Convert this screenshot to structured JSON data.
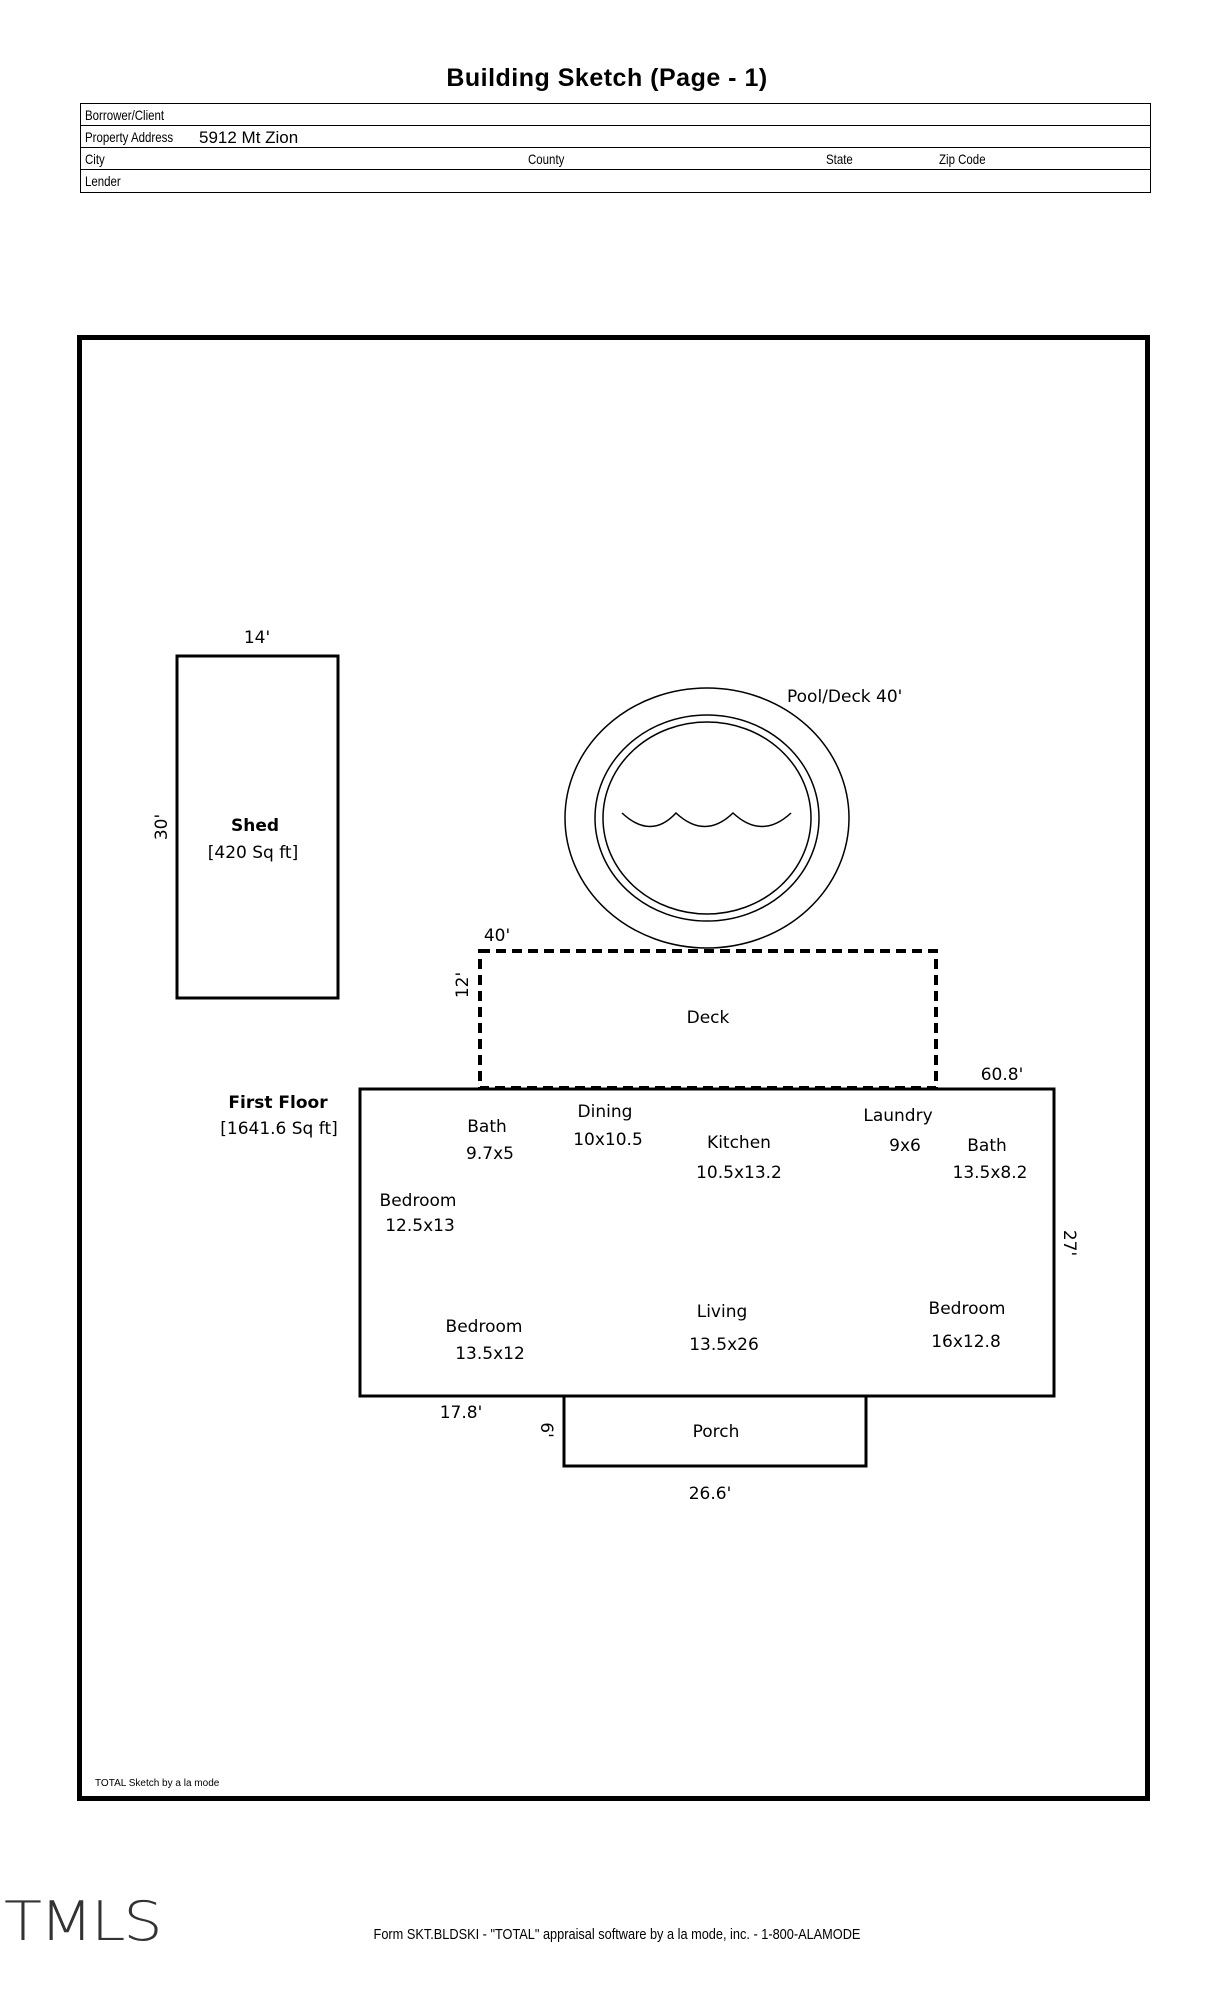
{
  "title": "Building Sketch (Page - 1)",
  "header": {
    "borrower_label": "Borrower/Client",
    "property_address_label": "Property Address",
    "property_address_value": "5912 Mt Zion",
    "city_label": "City",
    "county_label": "County",
    "state_label": "State",
    "zip_label": "Zip Code",
    "lender_label": "Lender"
  },
  "sketch": {
    "shed": {
      "name": "Shed",
      "area": "[420 Sq ft]",
      "width_label": "14'",
      "height_label": "30'"
    },
    "pool": {
      "label": "Pool/Deck 40'"
    },
    "deck": {
      "name": "Deck",
      "width_label": "40'",
      "height_label": "12'"
    },
    "first_floor": {
      "name": "First Floor",
      "area": "[1641.6 Sq ft]",
      "width_label": "60.8'",
      "height_label": "27'",
      "left_segment_label": "17.8'"
    },
    "rooms": [
      {
        "name": "Bath",
        "size": "9.7x5"
      },
      {
        "name": "Dining",
        "size": "10x10.5"
      },
      {
        "name": "Kitchen",
        "size": "10.5x13.2"
      },
      {
        "name": "Laundry",
        "size": "9x6"
      },
      {
        "name": "Bath",
        "size": "13.5x8.2"
      },
      {
        "name": "Bedroom",
        "size": "12.5x13"
      },
      {
        "name": "Bedroom",
        "size": "13.5x12"
      },
      {
        "name": "Living",
        "size": "13.5x26"
      },
      {
        "name": "Bedroom",
        "size": "16x12.8"
      }
    ],
    "porch": {
      "name": "Porch",
      "width_label": "26.6'",
      "height_label": "6'"
    }
  },
  "credit": "TOTAL Sketch by a la mode",
  "watermark": "TMLS",
  "footer": "Form SKT.BLDSKI - \"TOTAL\" appraisal software by a la mode, inc. - 1-800-ALAMODE"
}
